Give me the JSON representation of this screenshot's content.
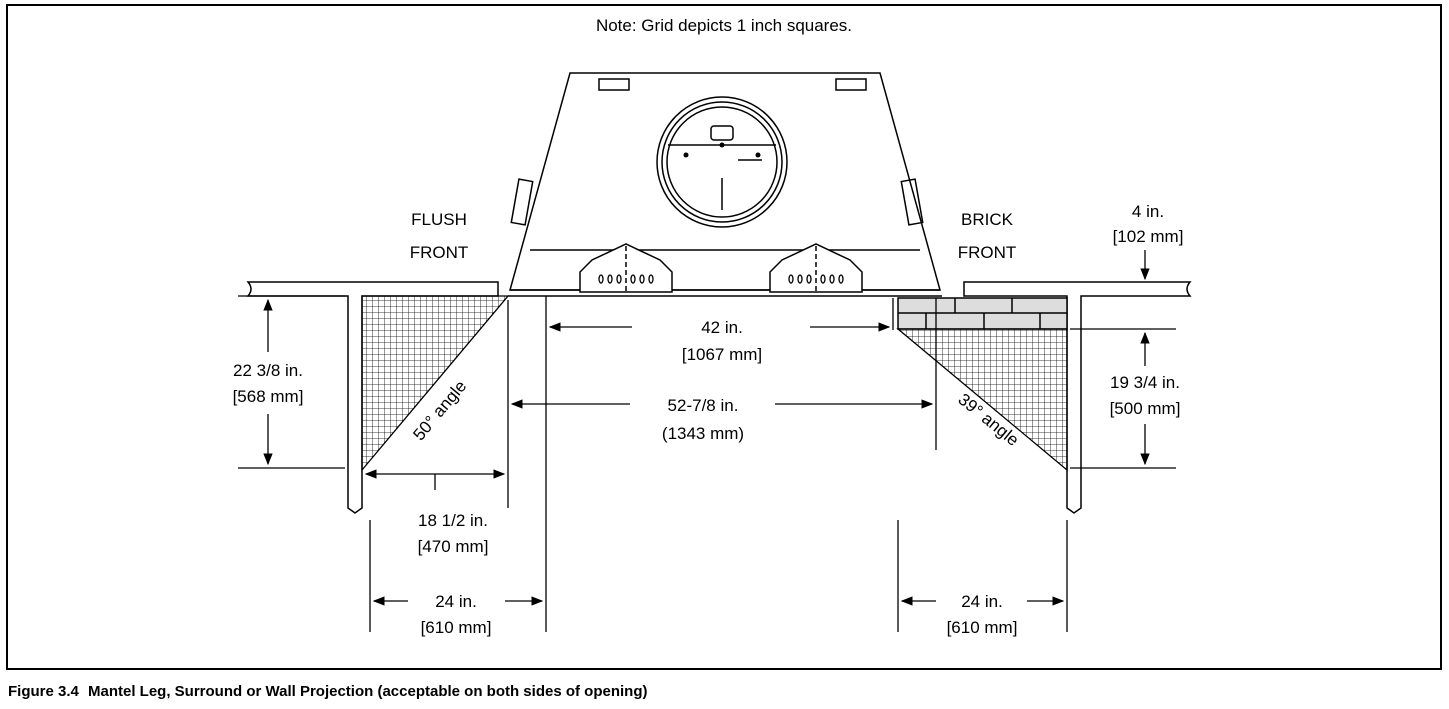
{
  "note": "Note: Grid depicts 1 inch squares.",
  "labels": {
    "flush_1": "FLUSH",
    "flush_2": "FRONT",
    "brick_1": "BRICK",
    "brick_2": "FRONT"
  },
  "dimensions": {
    "top_4in": "4 in.",
    "top_4mm": "[102 mm]",
    "left_h_in": "22 3/8 in.",
    "left_h_mm": "[568 mm]",
    "right_h_in": "19 3/4 in.",
    "right_h_mm": "[500 mm]",
    "opening_in": "42 in.",
    "opening_mm": "[1067 mm]",
    "overall_in": "52-7/8 in.",
    "overall_mm": "(1343 mm)",
    "left_grid_in": "18 1/2 in.",
    "left_grid_mm": "[470 mm]",
    "left_24_in": "24 in.",
    "left_24_mm": "[610 mm]",
    "right_24_in": "24 in.",
    "right_24_mm": "[610 mm]"
  },
  "angles": {
    "left": "50° angle",
    "right": "39° angle"
  },
  "caption": {
    "number": "Figure 3.4",
    "text": "Mantel Leg, Surround or Wall Projection (acceptable on both sides of opening)"
  }
}
